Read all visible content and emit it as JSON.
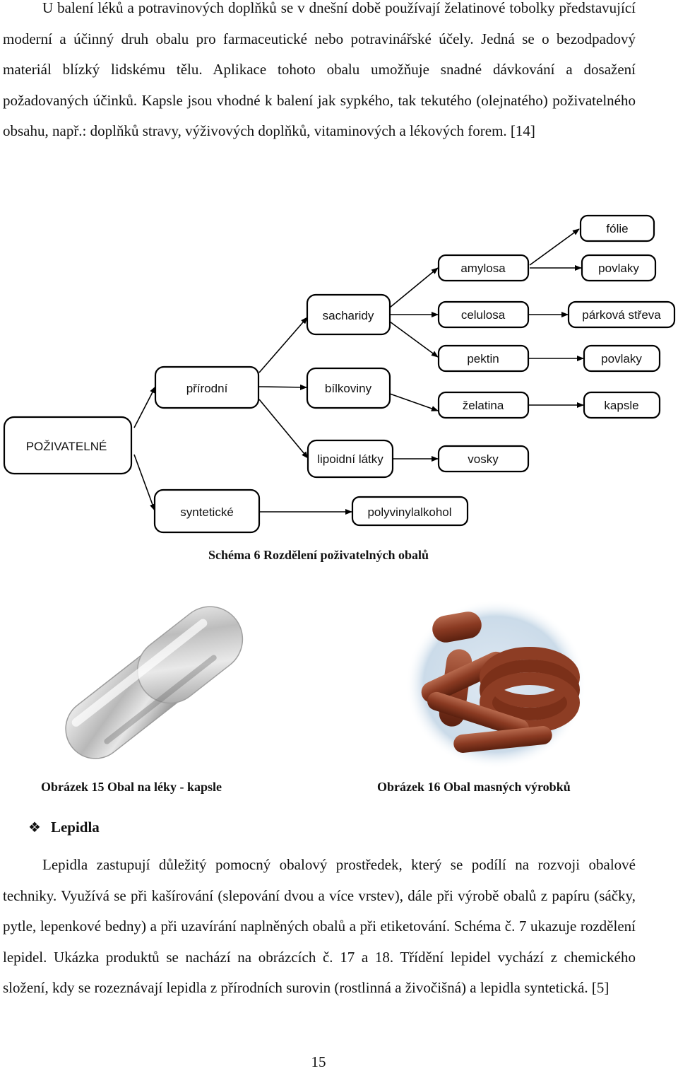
{
  "paragraphs": {
    "intro": "U balení léků a potravinových doplňků se v dnešní době používají želatinové tobolky představující moderní a účinný druh obalu pro farmaceutické nebo potravinářské účely. Jedná se o bezodpadový materiál blízký lidskému tělu. Aplikace tohoto obalu umožňuje snadné dávkování a dosažení požadovaných účinků. Kapsle jsou vhodné k balení jak sypkého, tak tekutého (olejnatého) poživatelného obsahu, např.: doplňků stravy, výživových doplňků, vitaminových a lékových forem. [14]",
    "lepidla": "Lepidla zastupují důležitý pomocný obalový prostředek, který se podílí na rozvoji obalové techniky. Využívá se při kašírování (slepování dvou a více vrstev), dále při výrobě obalů z papíru (sáčky, pytle, lepenkové bedny) a při uzavírání naplněných obalů a při etiketování. Schéma č. 7 ukazuje rozdělení lepidel. Ukázka produktů se nachází na obrázcích č. 17 a 18. Třídění lepidel vychází z chemického složení, kdy se rozeznávají lepidla z přírodních surovin (rostlinná a živočišná) a lepidla syntetická. [5]"
  },
  "diagram": {
    "nodes": {
      "root": "POŽIVATELNÉ",
      "prirodni": "přírodní",
      "synteticke": "syntetické",
      "sacharidy": "sacharidy",
      "bilkoviny": "bílkoviny",
      "lipoidni": "lipoidní látky",
      "polyvinylalkohol": "polyvinylalkohol",
      "amylosa": "amylosa",
      "celulosa": "celulosa",
      "pektin": "pektin",
      "zelatina": "želatina",
      "vosky": "vosky",
      "folie": "fólie",
      "povlaky1": "povlaky",
      "parkova": "párková střeva",
      "povlaky2": "povlaky",
      "kapsle": "kapsle"
    }
  },
  "captions": {
    "schema": "Schéma 6 Rozdělení poživatelných obalů",
    "figure15": "Obrázek 15 Obal na léky - kapsle",
    "figure16": "Obrázek 16 Obal masných výrobků"
  },
  "heading": {
    "bullet": "❖",
    "title": "Lepidla"
  },
  "page_number": "15",
  "images": {
    "capsule": "capsule-image",
    "sausages": "sausages-image"
  }
}
